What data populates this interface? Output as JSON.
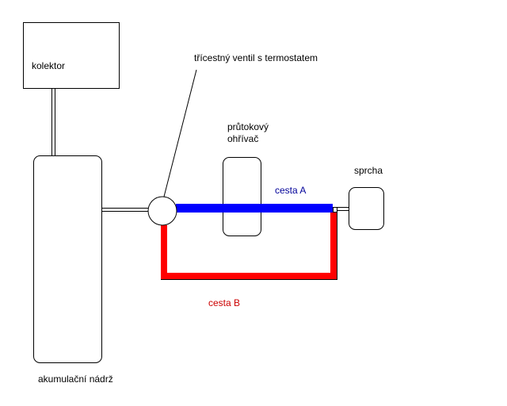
{
  "labels": {
    "collector": "kolektor",
    "valve": "třícestný ventil s termostatem",
    "heater_line1": "průtokový",
    "heater_line2": "ohřívač",
    "shower": "sprcha",
    "path_a": "cesta A",
    "path_b": "cesta B",
    "tank": "akumulační nádrž"
  },
  "colors": {
    "path_a": "#0000ff",
    "path_b": "#ff0000",
    "path_a_text": "#000099",
    "path_b_text": "#cc0000",
    "outline": "#000000"
  }
}
